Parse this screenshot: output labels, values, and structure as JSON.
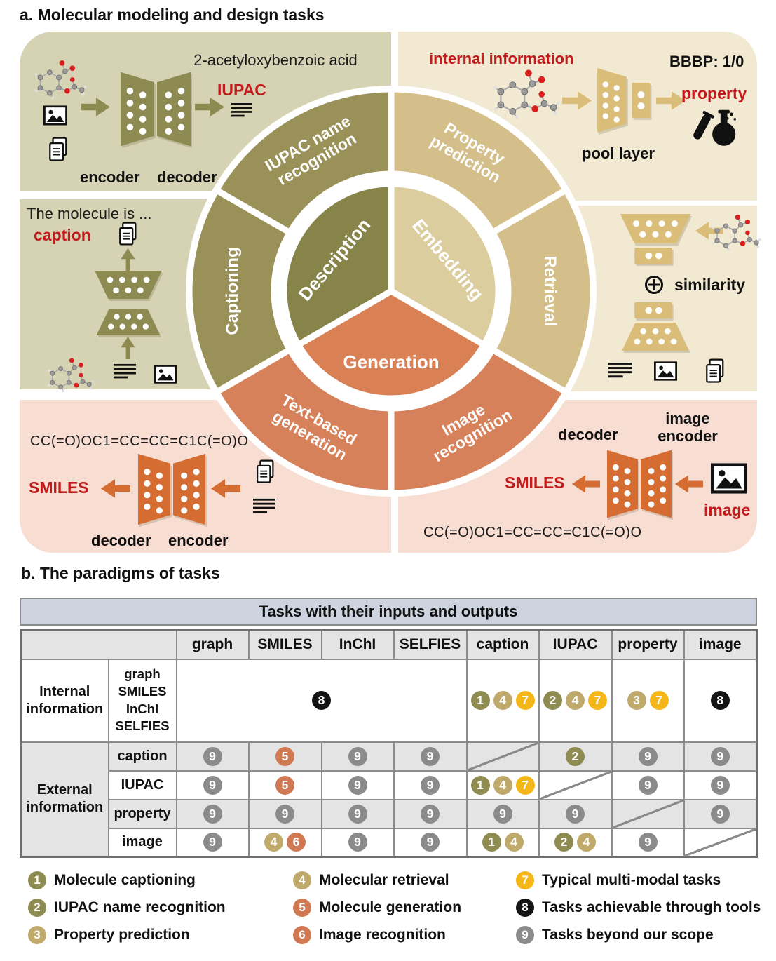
{
  "section_a": {
    "title": "a. Molecular modeling and design tasks",
    "wheel": {
      "inner": {
        "description": "Description",
        "embedding": "Embedding",
        "generation": "Generation"
      },
      "ring": {
        "iupac": {
          "l1": "IUPAC name",
          "l2": "recognition"
        },
        "property": {
          "l1": "Property",
          "l2": "prediction"
        },
        "captioning": "Captioning",
        "retrieval": "Retrieval",
        "textgen": {
          "l1": "Text-based",
          "l2": "generation"
        },
        "imgrec": {
          "l1": "Image",
          "l2": "recognition"
        }
      }
    },
    "panels": {
      "iupac": {
        "molecule_name": "2-acetyloxybenzoic acid",
        "output_label": "IUPAC",
        "encoder": "encoder",
        "decoder": "decoder"
      },
      "property": {
        "input_label": "internal information",
        "task_value": "BBBP: 1/0",
        "output_label": "property",
        "layer_label": "pool layer"
      },
      "captioning": {
        "caption_text": "The molecule is ...",
        "output_label": "caption"
      },
      "retrieval": {
        "op": "⊕",
        "similarity_label": "similarity"
      },
      "textgen": {
        "smiles_string": "CC(=O)OC1=CC=CC=C1C(=O)O",
        "output_label": "SMILES",
        "decoder": "decoder",
        "encoder": "encoder"
      },
      "imgrec": {
        "decoder": "decoder",
        "encoder_l1": "image",
        "encoder_l2": "encoder",
        "output_label": "SMILES",
        "input_label": "image",
        "smiles_string": "CC(=O)OC1=CC=CC=C1C(=O)O"
      }
    },
    "colors": {
      "panel_olive": "#d6d3b4",
      "panel_tan": "#f1e9d1",
      "panel_pink": "#f8ded2",
      "olive_shape": "#8d8a52",
      "tan_shape": "#d9bd78",
      "orange_shape": "#d56c31",
      "olive_ring": "#9a9158",
      "olive_inner": "#87844a",
      "tan_ring": "#d4bf8b",
      "tan_inner": "#dccd9f",
      "orange_ring": "#d6815a",
      "orange_inner": "#d98055",
      "red_text": "#c21b1b"
    }
  },
  "section_b": {
    "title": "b. The paradigms of tasks",
    "table": {
      "caption": "Tasks with their inputs and outputs",
      "columns": [
        "graph",
        "SMILES",
        "InChI",
        "SELFIES",
        "caption",
        "IUPAC",
        "property",
        "image"
      ],
      "internal": {
        "group": "Internal information",
        "row_label_lines": [
          "graph",
          "SMILES",
          "InChI",
          "SELFIES"
        ],
        "merged": [
          8
        ],
        "cells": {
          "caption": [
            1,
            4,
            7
          ],
          "iupac": [
            2,
            4,
            7
          ],
          "property": [
            3,
            7
          ],
          "image": [
            8
          ]
        }
      },
      "external": {
        "group": "External information",
        "rows": [
          {
            "label": "caption",
            "cells": [
              [
                9
              ],
              [
                5
              ],
              [
                9
              ],
              [
                9
              ],
              "diag",
              [
                2
              ],
              [
                9
              ],
              [
                9
              ]
            ]
          },
          {
            "label": "IUPAC",
            "cells": [
              [
                9
              ],
              [
                5
              ],
              [
                9
              ],
              [
                9
              ],
              [
                1,
                4,
                7
              ],
              "diag",
              [
                9
              ],
              [
                9
              ]
            ]
          },
          {
            "label": "property",
            "cells": [
              [
                9
              ],
              [
                9
              ],
              [
                9
              ],
              [
                9
              ],
              [
                9
              ],
              [
                9
              ],
              "diag",
              [
                9
              ]
            ]
          },
          {
            "label": "image",
            "cells": [
              [
                9
              ],
              [
                4,
                6
              ],
              [
                9
              ],
              [
                9
              ],
              [
                1,
                4
              ],
              [
                2,
                4
              ],
              [
                9
              ],
              "diag"
            ]
          }
        ]
      }
    }
  },
  "legend": {
    "items": [
      {
        "n": 1,
        "label": "Molecule captioning",
        "color": "#8f8c52"
      },
      {
        "n": 2,
        "label": "IUPAC name recognition",
        "color": "#8f8c52"
      },
      {
        "n": 3,
        "label": "Property prediction",
        "color": "#bfa96b"
      },
      {
        "n": 4,
        "label": "Molecular retrieval",
        "color": "#bfa96b"
      },
      {
        "n": 5,
        "label": "Molecule generation",
        "color": "#d07952"
      },
      {
        "n": 6,
        "label": "Image recognition",
        "color": "#d07952"
      },
      {
        "n": 7,
        "label": "Typical multi-modal tasks",
        "color": "#f5b718"
      },
      {
        "n": 8,
        "label": "Tasks achievable through tools",
        "color": "#141414"
      },
      {
        "n": 9,
        "label": "Tasks beyond our scope",
        "color": "#8b8b8b"
      }
    ]
  }
}
